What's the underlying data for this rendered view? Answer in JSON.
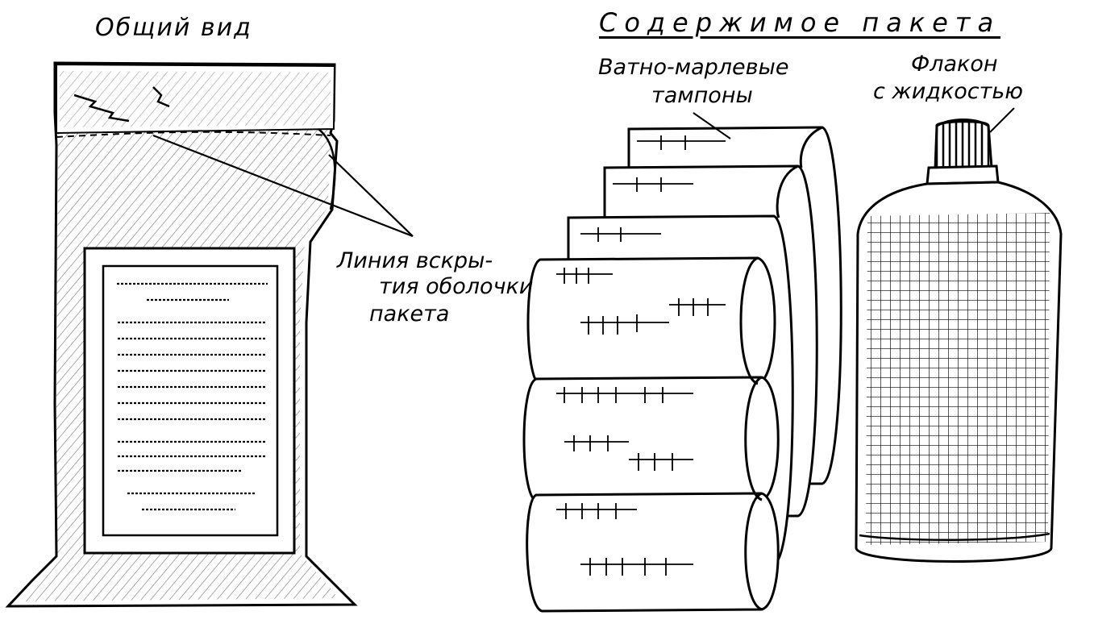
{
  "titles": {
    "general_view": "Общий вид",
    "package_contents": "Содержимое пакета"
  },
  "labels": {
    "tampons_line1": "Ватно-марлевые",
    "tampons_line2": "тампоны",
    "flask_line1": "Флакон",
    "flask_line2": "с жидкостью",
    "opening_line1": "Линия вскры-",
    "opening_line2": "тия оболочки",
    "opening_line3": "пакета"
  },
  "colors": {
    "ink": "#000000",
    "paper": "#ffffff"
  }
}
